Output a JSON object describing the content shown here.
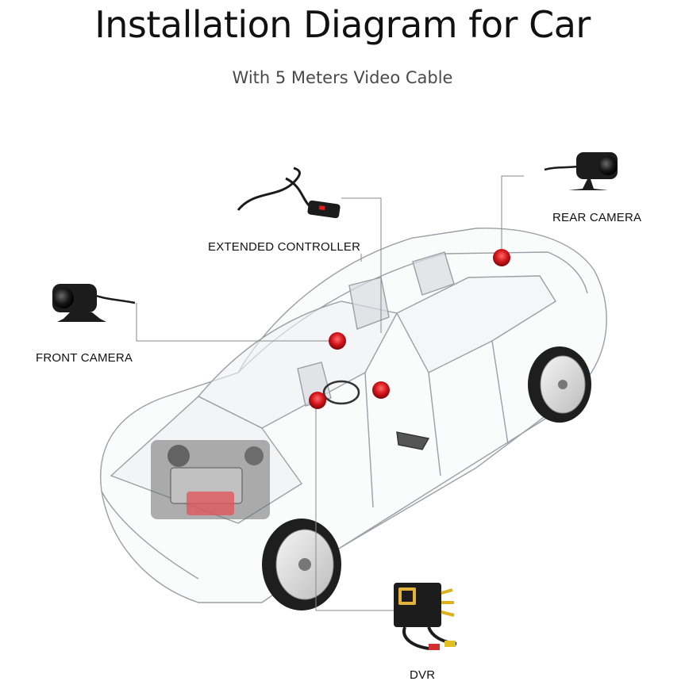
{
  "header": {
    "title": "Installation Diagram for Car",
    "subtitle": "With 5 Meters Video Cable"
  },
  "components": {
    "extended_controller": "EXTENDED CONTROLLER",
    "rear_camera": "REAR CAMERA",
    "front_camera": "FRONT CAMERA",
    "dvr": "DVR"
  },
  "colors": {
    "marker": "#d4151b",
    "leader_line": "#8a8a8a",
    "car_outline": "#9aa0a6",
    "device_body": "#1c1c1c"
  }
}
